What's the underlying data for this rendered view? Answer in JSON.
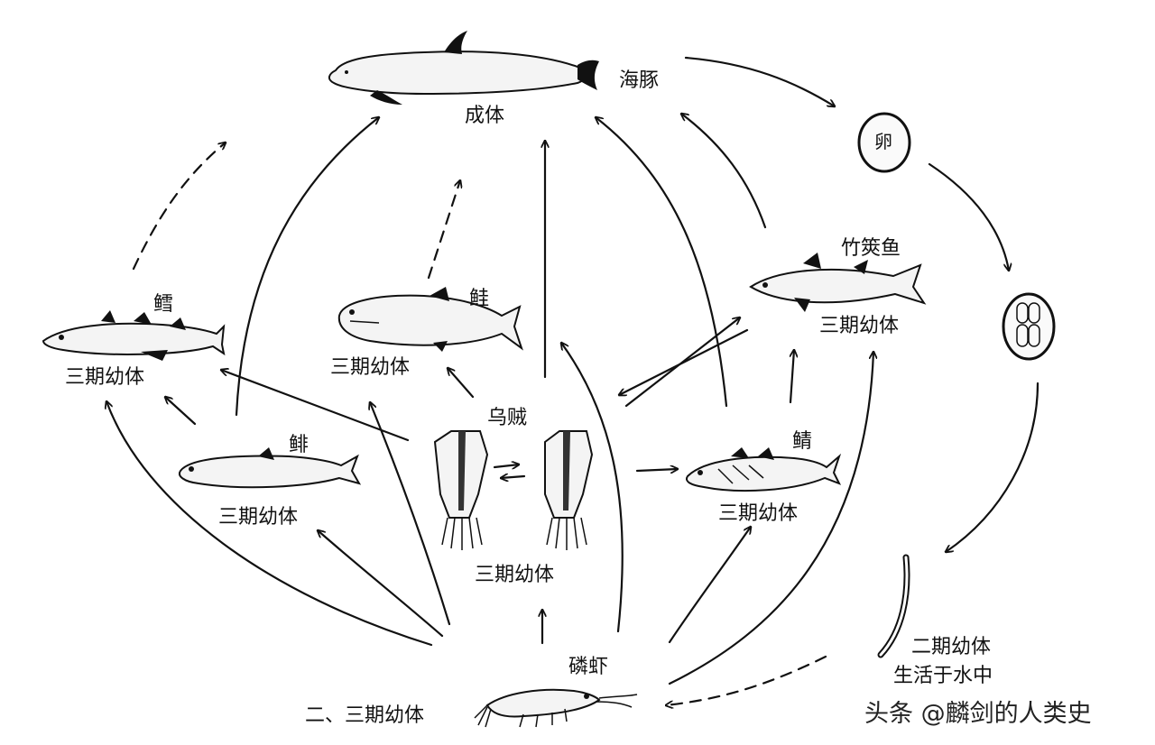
{
  "labels": {
    "dolphin": "海豚",
    "adult": "成体",
    "egg": "卵",
    "mackerel_scad": "竹筴鱼",
    "mackerel_scad_stage": "三期幼体",
    "cod": "鳕",
    "cod_stage": "三期幼体",
    "salmon": "鲑",
    "salmon_stage": "三期幼体",
    "squid": "乌贼",
    "squid_stage": "三期幼体",
    "anchovy": "鲱",
    "anchovy_stage": "三期幼体",
    "mackerel": "鲭",
    "mackerel_stage": "三期幼体",
    "krill": "磷虾",
    "krill_stage": "二、三期幼体",
    "larva2_line1": "二期幼体",
    "larva2_line2": "生活于水中",
    "watermark": "头条 @麟剑的人类史"
  },
  "colors": {
    "ink": "#111111",
    "background": "#ffffff"
  }
}
